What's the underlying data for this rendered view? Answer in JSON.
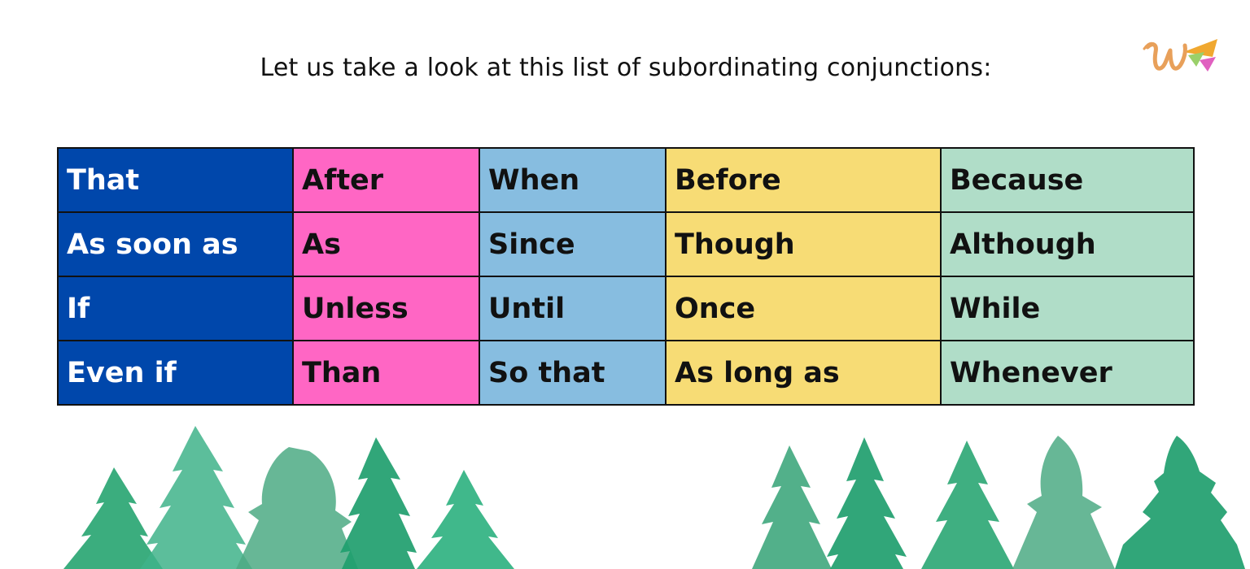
{
  "heading": "Let us take a look at this list of subordinating conjunctions:",
  "logo": {
    "icon": "w-logo-with-pennant-flags",
    "letter_color": "#e8a05a",
    "flag_colors": [
      "#f0a830",
      "#9ad06a",
      "#e060c0"
    ]
  },
  "columns": [
    {
      "color": "#0047AB",
      "text_color": "#ffffff"
    },
    {
      "color": "#FF66C4",
      "text_color": "#111111"
    },
    {
      "color": "#87BDE0",
      "text_color": "#111111"
    },
    {
      "color": "#F7DC75",
      "text_color": "#111111"
    },
    {
      "color": "#B0DDC8",
      "text_color": "#111111"
    }
  ],
  "table": {
    "rows": [
      [
        "That",
        "After",
        "When",
        "Before",
        "Because"
      ],
      [
        "As soon as",
        "As",
        "Since",
        "Though",
        "Although"
      ],
      [
        "If",
        "Unless",
        "Until",
        "Once",
        "While"
      ],
      [
        "Even if",
        "Than",
        "So that",
        "As long as",
        "Whenever"
      ]
    ]
  },
  "decoration": {
    "icon": "watercolor-pine-trees",
    "colors": [
      "#1f9e6e",
      "#2bb07e",
      "#3aa57a",
      "#5fb894"
    ]
  }
}
